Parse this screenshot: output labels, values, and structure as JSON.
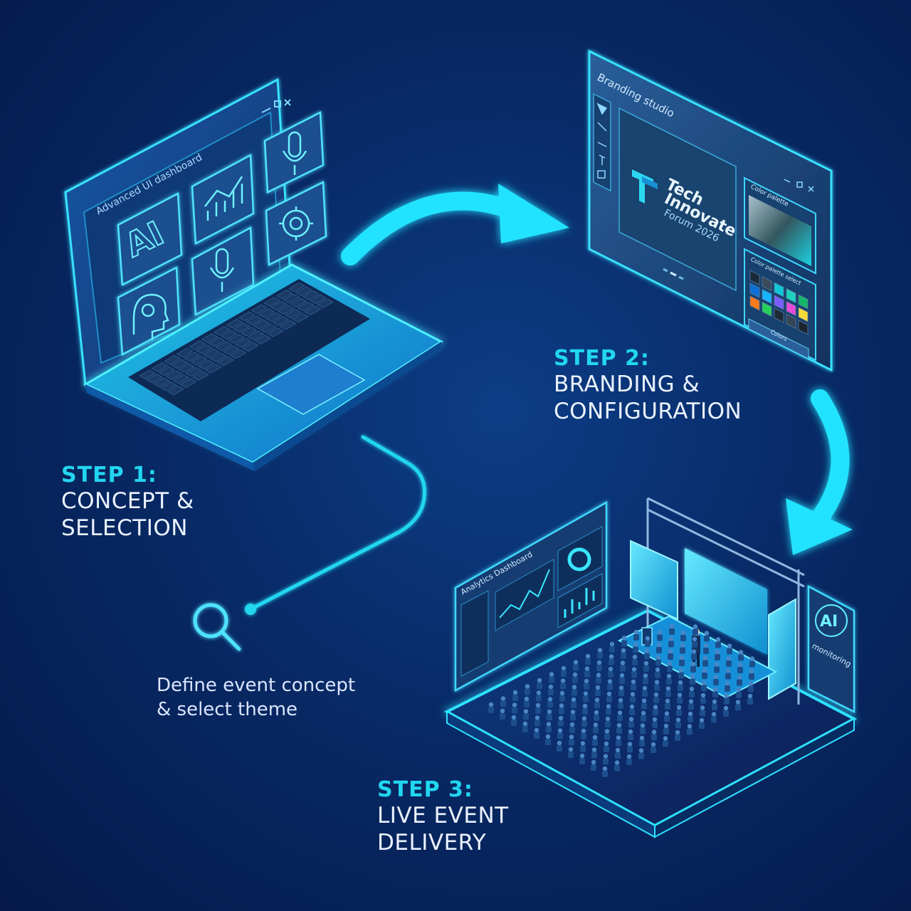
{
  "steps": [
    {
      "number": "STEP 1:",
      "title": "CONCEPT & SELECTION",
      "title_lines": [
        "CONCEPT &",
        "SELECTION"
      ]
    },
    {
      "number": "STEP 2:",
      "title": "BRANDING & CONFIGURATION",
      "title_lines": [
        "BRANDING &",
        "CONFIGURATION"
      ]
    },
    {
      "number": "STEP 3:",
      "title": "LIVE EVENT DELIVERY",
      "title_lines": [
        "LIVE EVENT",
        "DELIVERY"
      ]
    }
  ],
  "step1_caption_lines": [
    "Define event concept",
    "& select theme"
  ],
  "laptop": {
    "dashboard_title": "Advanced UI dashboard",
    "tiles": [
      "AI",
      "chart-icon",
      "microphone-icon",
      "brain-gear-icon",
      "microphone-icon",
      "gear-icon"
    ]
  },
  "branding_studio": {
    "title": "Branding studio",
    "brand_name_lines": [
      "Tech",
      "Innovate"
    ],
    "brand_sub": "Forum 2026",
    "palette_label": "Color palette",
    "palette_select_label": "Color palette select",
    "colors_button": "Colors",
    "swatches": [
      "#1a2a3a",
      "#3a4a5a",
      "#0fc7d6",
      "#1fd1c1",
      "#14b86a",
      "#0b6fd6",
      "#18b4ff",
      "#7a5cff",
      "#e84ad8",
      "#f5d93b",
      "#ff7a1a",
      "#25d05a",
      "#1e2a36",
      "#344454",
      "#1a2530"
    ]
  },
  "venue": {
    "analytics_title": "Analytics Dashboard",
    "ai_panel_label": "AI",
    "ai_panel_caption": "monitoring"
  },
  "colors": {
    "accent": "#22d6f0",
    "background": "#082a66",
    "text": "#eaf2ff"
  }
}
